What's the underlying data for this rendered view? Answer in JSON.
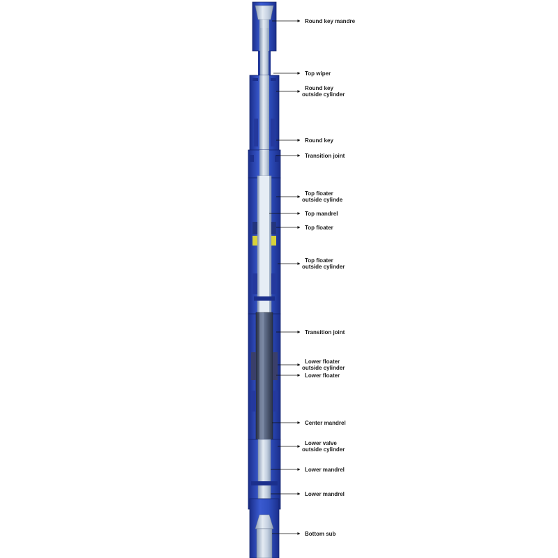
{
  "diagram": {
    "labels": [
      {
        "id": "round-key-mandrel",
        "lines": [
          "Round key mandre"
        ]
      },
      {
        "id": "top-wiper",
        "lines": [
          "Top wiper"
        ]
      },
      {
        "id": "round-key-outside-cylinder",
        "lines": [
          "Round key",
          "outside cylinder"
        ]
      },
      {
        "id": "round-key",
        "lines": [
          "Round key"
        ]
      },
      {
        "id": "transition-joint-1",
        "lines": [
          "Transition joint"
        ]
      },
      {
        "id": "top-floater-outside-cylinde",
        "lines": [
          "Top floater",
          "outside cylinde"
        ]
      },
      {
        "id": "top-mandrel",
        "lines": [
          "Top mandrel"
        ]
      },
      {
        "id": "top-floater",
        "lines": [
          "Top floater"
        ]
      },
      {
        "id": "top-floater-outside-cylinder",
        "lines": [
          "Top floater",
          "outside cylinder"
        ]
      },
      {
        "id": "transition-joint-2",
        "lines": [
          "Transition joint"
        ]
      },
      {
        "id": "lower-floater-outside-cylinder",
        "lines": [
          "Lower floater",
          "outside cylinder"
        ]
      },
      {
        "id": "lower-floater",
        "lines": [
          "Lower floater"
        ]
      },
      {
        "id": "center-mandrel",
        "lines": [
          "Center mandrel"
        ]
      },
      {
        "id": "lower-valve-outside-cylinder",
        "lines": [
          "Lower valve",
          "outside cylinder"
        ]
      },
      {
        "id": "lower-mandrel-1",
        "lines": [
          "Lower mandrel"
        ]
      },
      {
        "id": "lower-mandrel-2",
        "lines": [
          "Lower mandrel"
        ]
      },
      {
        "id": "bottom-sub",
        "lines": [
          "Bottom sub"
        ]
      }
    ],
    "colors": {
      "body": "#2f4fc0",
      "body_dark": "#1b2f8c",
      "body_light": "#4a6ad8",
      "bore": "#b9c6d8",
      "bore_light": "#dfe7f0",
      "mandrel_dark": "#44506a",
      "seal_yellow": "#d8d23a",
      "leader": "#111111"
    }
  }
}
